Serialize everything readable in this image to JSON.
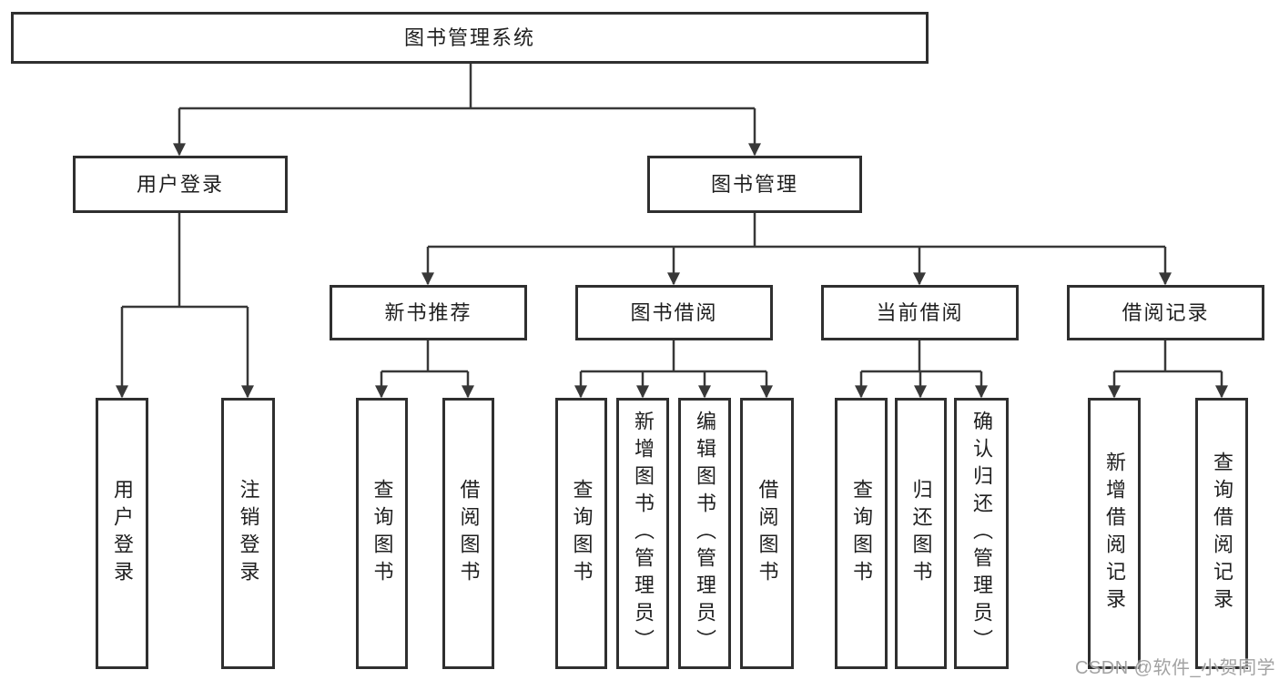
{
  "diagram": {
    "title": "图书管理系统",
    "colors": {
      "line": "#383838",
      "box_border": "#2f2f2f",
      "text": "#1f1f1f",
      "watermark_text": "#9b9b9b",
      "background": "#ffffff"
    },
    "nodes": {
      "root": {
        "label": "图书管理系统"
      },
      "user_login": {
        "label": "用户登录",
        "children": {
          "login": {
            "label": "用户登录"
          },
          "logout": {
            "label": "注销登录"
          }
        }
      },
      "book_management": {
        "label": "图书管理",
        "children": {
          "new_book_recommend": {
            "label": "新书推荐",
            "children": {
              "query_books": {
                "label": "查询图书"
              },
              "borrow_books": {
                "label": "借阅图书"
              }
            }
          },
          "book_borrowing": {
            "label": "图书借阅",
            "children": {
              "query_books": {
                "label": "查询图书"
              },
              "add_books_admin": {
                "label": "新增图书（管理员）"
              },
              "edit_books_admin": {
                "label": "编辑图书（管理员）"
              },
              "borrow_books": {
                "label": "借阅图书"
              }
            }
          },
          "current_borrowing": {
            "label": "当前借阅",
            "children": {
              "query_books": {
                "label": "查询图书"
              },
              "return_books": {
                "label": "归还图书"
              },
              "confirm_return_admin": {
                "label": "确认归还（管理员）"
              }
            }
          },
          "borrow_records": {
            "label": "借阅记录",
            "children": {
              "add_borrow_record": {
                "label": "新增借阅记录"
              },
              "query_borrow_record": {
                "label": "查询借阅记录"
              }
            }
          }
        }
      }
    },
    "watermark": "CSDN @软件_小贺同学"
  }
}
